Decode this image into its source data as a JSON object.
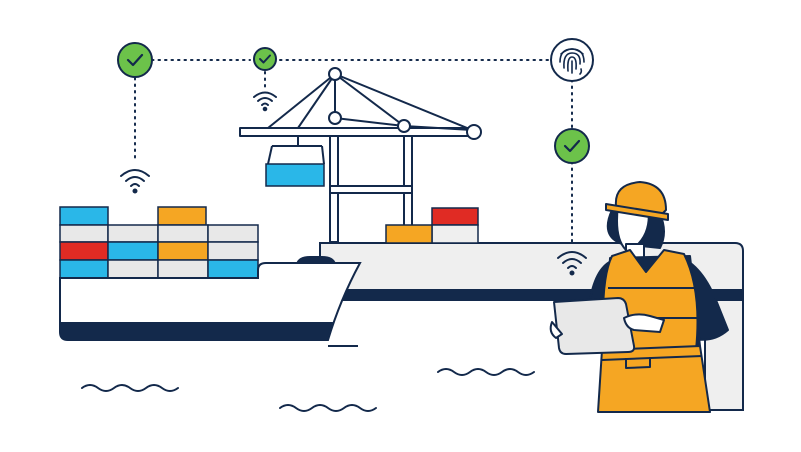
{
  "palette": {
    "navy": "#13294b",
    "sky_blue": "#2ab7e8",
    "orange": "#f5a623",
    "red": "#e02b24",
    "light_gray": "#e8e8e8",
    "dock_gray": "#efefef",
    "check_green": "#6cc24a",
    "white": "#ffffff"
  },
  "icons": [
    "check-circle-icon",
    "wifi-signal-icon",
    "fingerprint-icon"
  ],
  "status": {
    "verification_nodes": 3,
    "wireless_links": 3,
    "biometric_nodes": 1
  }
}
